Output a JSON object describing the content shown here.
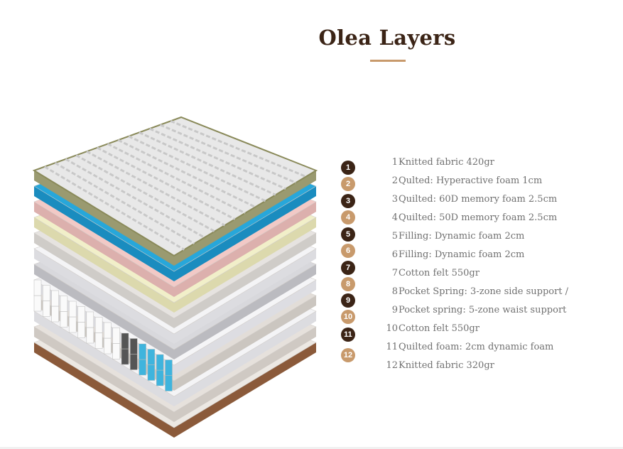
{
  "title": "Olea Layers",
  "colors": {
    "dark": "#3b2416",
    "light": "#c89a6c"
  },
  "layers": [
    {
      "num": "1",
      "text": "Knitted fabric 420gr"
    },
    {
      "num": "2",
      "text": "Qulted: Hyperactive foam 1cm"
    },
    {
      "num": "3",
      "text": "Quilted: 60D memory foam 2.5cm"
    },
    {
      "num": "4",
      "text": "Quilted: 50D memory foam 2.5cm"
    },
    {
      "num": "5",
      "text": "Filling: Dynamic foam 2cm"
    },
    {
      "num": "6",
      "text": "Filling: Dynamic foam 2cm"
    },
    {
      "num": "7",
      "text": "Cotton felt 550gr"
    },
    {
      "num": "8",
      "text": "Pocket Spring: 3-zone side support /"
    },
    {
      "num": "9",
      "text": "Pocket spring: 5-zone waist support"
    },
    {
      "num": "10",
      "text": "Cotton felt 550gr"
    },
    {
      "num": "11",
      "text": "Quilted foam: 2cm dynamic foam"
    },
    {
      "num": "12",
      "text": "Knitted fabric 320gr"
    }
  ]
}
